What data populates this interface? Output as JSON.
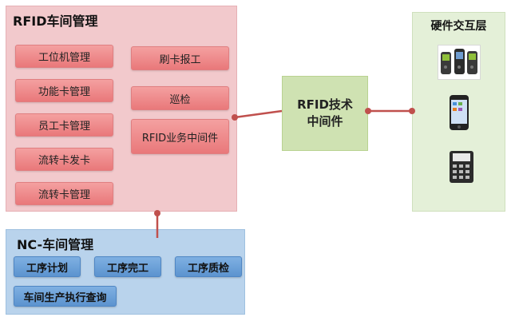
{
  "rfid_workshop": {
    "title": "RFID车间管理",
    "left_items": [
      "工位机管理",
      "功能卡管理",
      "员工卡管理",
      "流转卡发卡",
      "流转卡管理"
    ],
    "right_items": [
      "刷卡报工",
      "巡检",
      "RFID业务中间件"
    ]
  },
  "middleware": {
    "line1": "RFID技术",
    "line2": "中间件"
  },
  "hardware": {
    "title": "硬件交互层",
    "devices": [
      "handheld-scanner-icon",
      "smartphone-icon",
      "card-reader-icon"
    ]
  },
  "nc_workshop": {
    "title": "NC-车间管理",
    "items": [
      "工序计划",
      "工序完工",
      "工序质检",
      "车间生产执行查询"
    ]
  },
  "colors": {
    "rfid_panel": "#f2c9cc",
    "rfid_button": "#e9787a",
    "middleware": "#cfe2b2",
    "hardware_panel": "#e4f0d8",
    "nc_panel": "#b9d3ec",
    "nc_button": "#5c93cf",
    "connector": "#c0504d"
  }
}
